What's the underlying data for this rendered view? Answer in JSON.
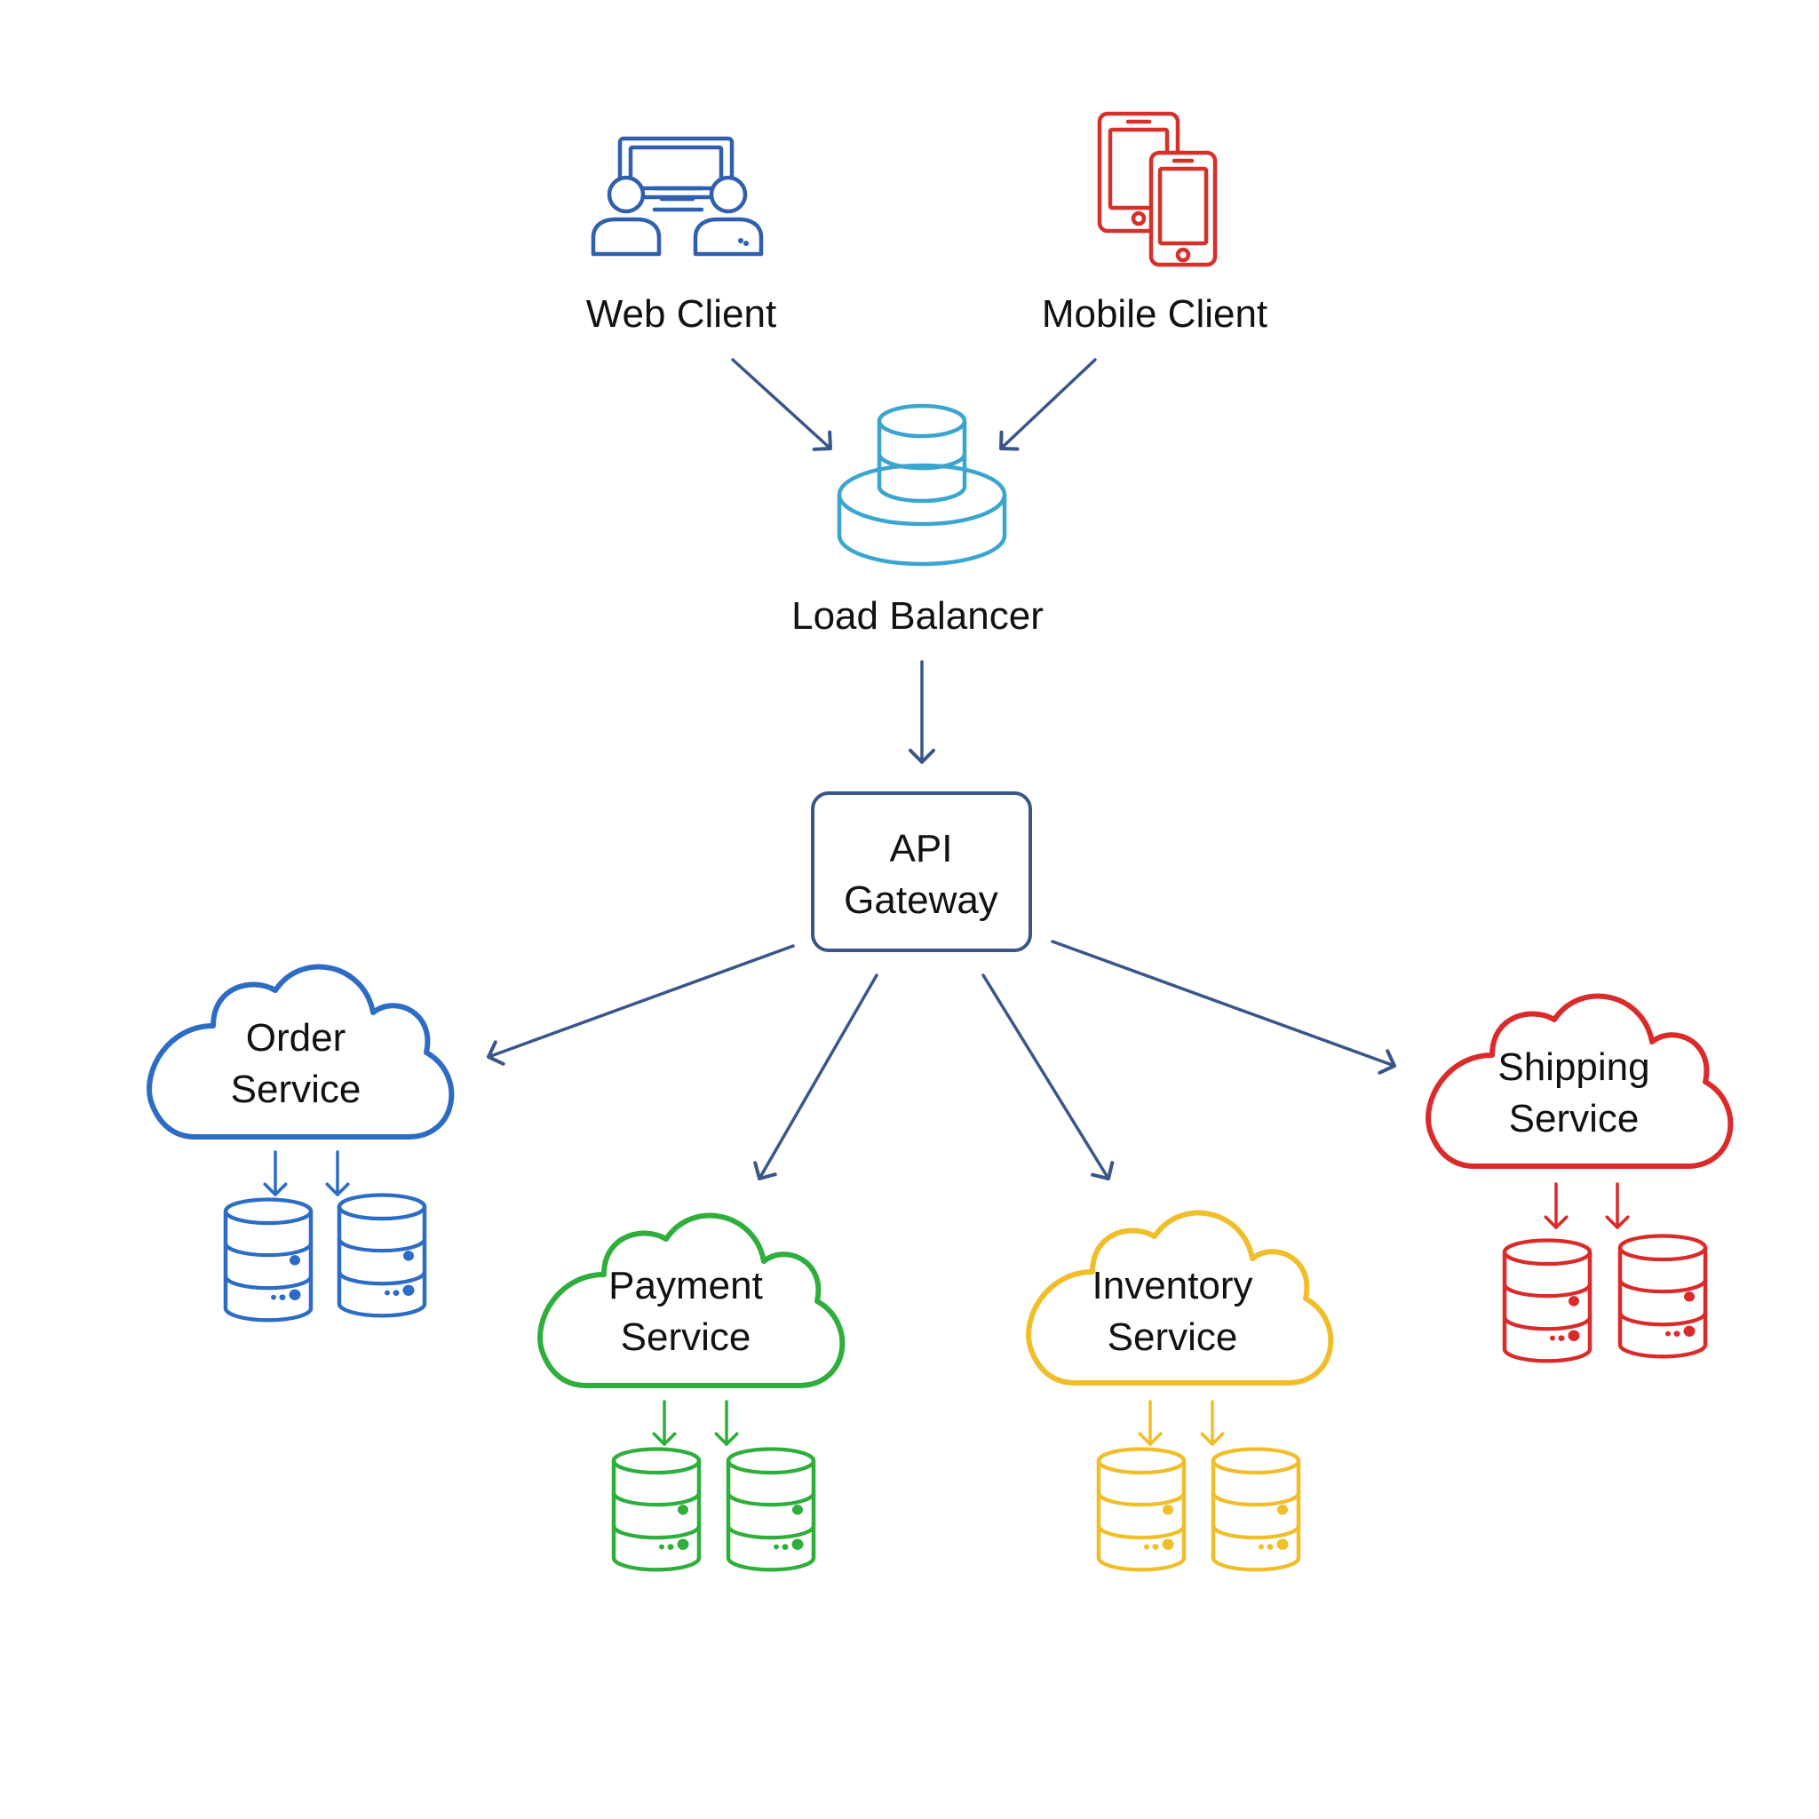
{
  "colors": {
    "navy": "#3a5689",
    "web_blue": "#2f5fae",
    "order_blue": "#2d6cc4",
    "mobile_red": "#d6302b",
    "shipping_red": "#db2a2a",
    "lb_teal": "#3aa6cf",
    "payment_green": "#2fae3c",
    "inventory_yellow": "#f0be2a",
    "text": "#111111"
  },
  "nodes": {
    "web_client": {
      "label": "Web Client",
      "icon": "web-users-screen-icon"
    },
    "mobile_client": {
      "label": "Mobile Client",
      "icon": "mobile-devices-icon"
    },
    "load_balancer": {
      "label": "Load Balancer",
      "icon": "load-balancer-icon"
    },
    "api_gateway": {
      "line1": "API",
      "line2": "Gateway"
    },
    "order_service": {
      "line1": "Order",
      "line2": "Service",
      "icon": "cloud-icon"
    },
    "payment_service": {
      "line1": "Payment",
      "line2": "Service",
      "icon": "cloud-icon"
    },
    "inventory_service": {
      "line1": "Inventory",
      "line2": "Service",
      "icon": "cloud-icon"
    },
    "shipping_service": {
      "line1": "Shipping",
      "line2": "Service",
      "icon": "cloud-icon"
    }
  },
  "edges": [
    {
      "from": "web_client",
      "to": "load_balancer"
    },
    {
      "from": "mobile_client",
      "to": "load_balancer"
    },
    {
      "from": "load_balancer",
      "to": "api_gateway"
    },
    {
      "from": "api_gateway",
      "to": "order_service"
    },
    {
      "from": "api_gateway",
      "to": "payment_service"
    },
    {
      "from": "api_gateway",
      "to": "inventory_service"
    },
    {
      "from": "api_gateway",
      "to": "shipping_service"
    },
    {
      "from": "order_service",
      "to": "order_databases",
      "count": 2
    },
    {
      "from": "payment_service",
      "to": "payment_databases",
      "count": 2
    },
    {
      "from": "inventory_service",
      "to": "inventory_databases",
      "count": 2
    },
    {
      "from": "shipping_service",
      "to": "shipping_databases",
      "count": 2
    }
  ],
  "databases_per_service": 2
}
